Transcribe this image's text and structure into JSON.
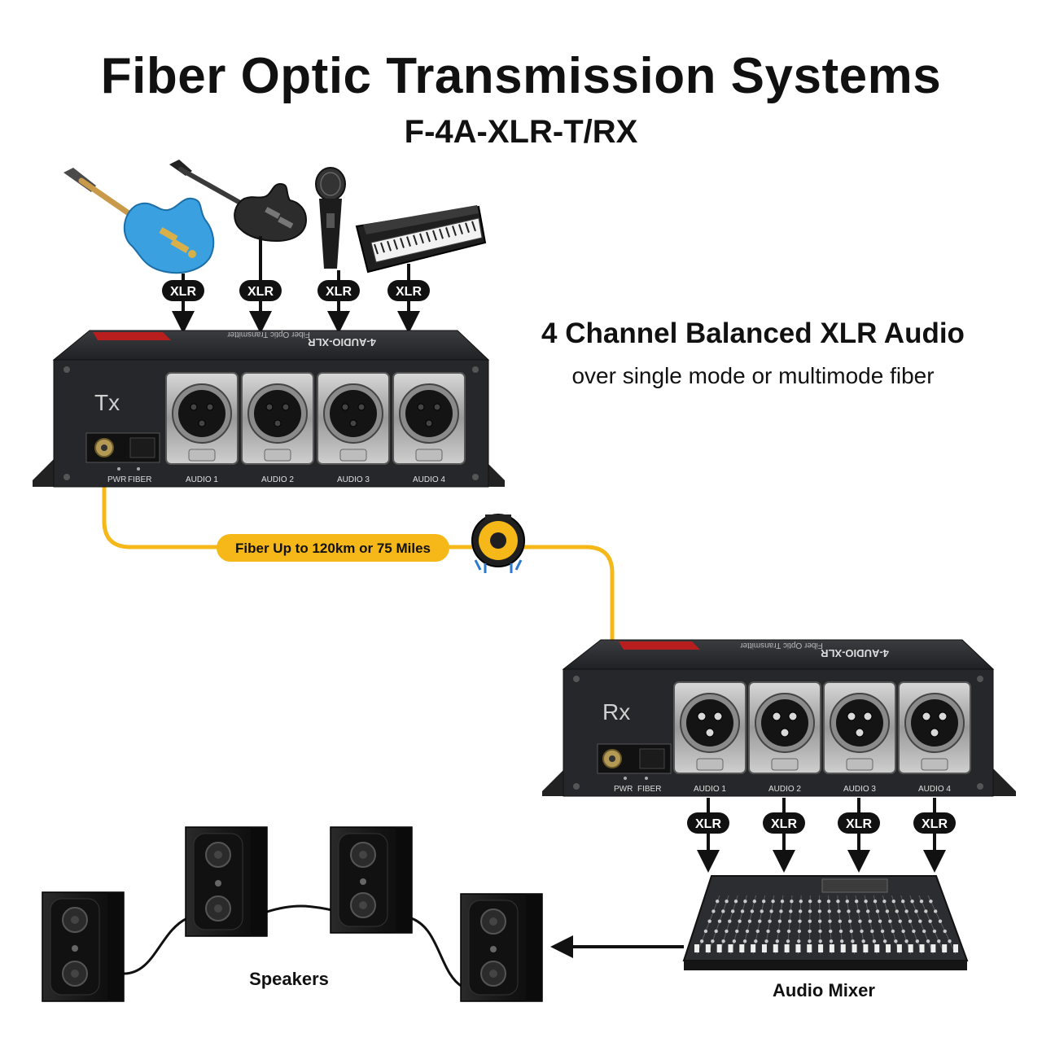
{
  "title": "Fiber Optic Transmission Systems",
  "subtitle": "F-4A-XLR-T/RX",
  "feature": {
    "heading": "4 Channel Balanced XLR Audio",
    "subheading": "over single mode or multimode fiber"
  },
  "tx_unit": {
    "label": "Tx",
    "brand_text": "4-AUDIO-XLR",
    "brand_sub": "Fiber Optic Transmitter",
    "indicators": [
      "PWR",
      "FIBER"
    ],
    "ports": [
      "AUDIO 1",
      "AUDIO 2",
      "AUDIO 3",
      "AUDIO 4"
    ]
  },
  "rx_unit": {
    "label": "Rx",
    "brand_text": "4-AUDIO-XLR",
    "brand_sub": "Fiber Optic Transmitter",
    "indicators": [
      "PWR",
      "FIBER"
    ],
    "ports": [
      "AUDIO 1",
      "AUDIO 2",
      "AUDIO 3",
      "AUDIO 4"
    ]
  },
  "inputs": [
    {
      "icon": "electric-guitar-icon",
      "connector": "XLR"
    },
    {
      "icon": "bass-guitar-icon",
      "connector": "XLR"
    },
    {
      "icon": "microphone-icon",
      "connector": "XLR"
    },
    {
      "icon": "keyboard-icon",
      "connector": "XLR"
    }
  ],
  "fiber_label": "Fiber Up to 120km or 75 Miles",
  "outputs": [
    "XLR",
    "XLR",
    "XLR",
    "XLR"
  ],
  "speakers_label": "Speakers",
  "mixer_label": "Audio Mixer",
  "colors": {
    "fiber": "#f5b818",
    "device_body": "#2a2c2f",
    "guitar_blue": "#3aa0e0"
  }
}
